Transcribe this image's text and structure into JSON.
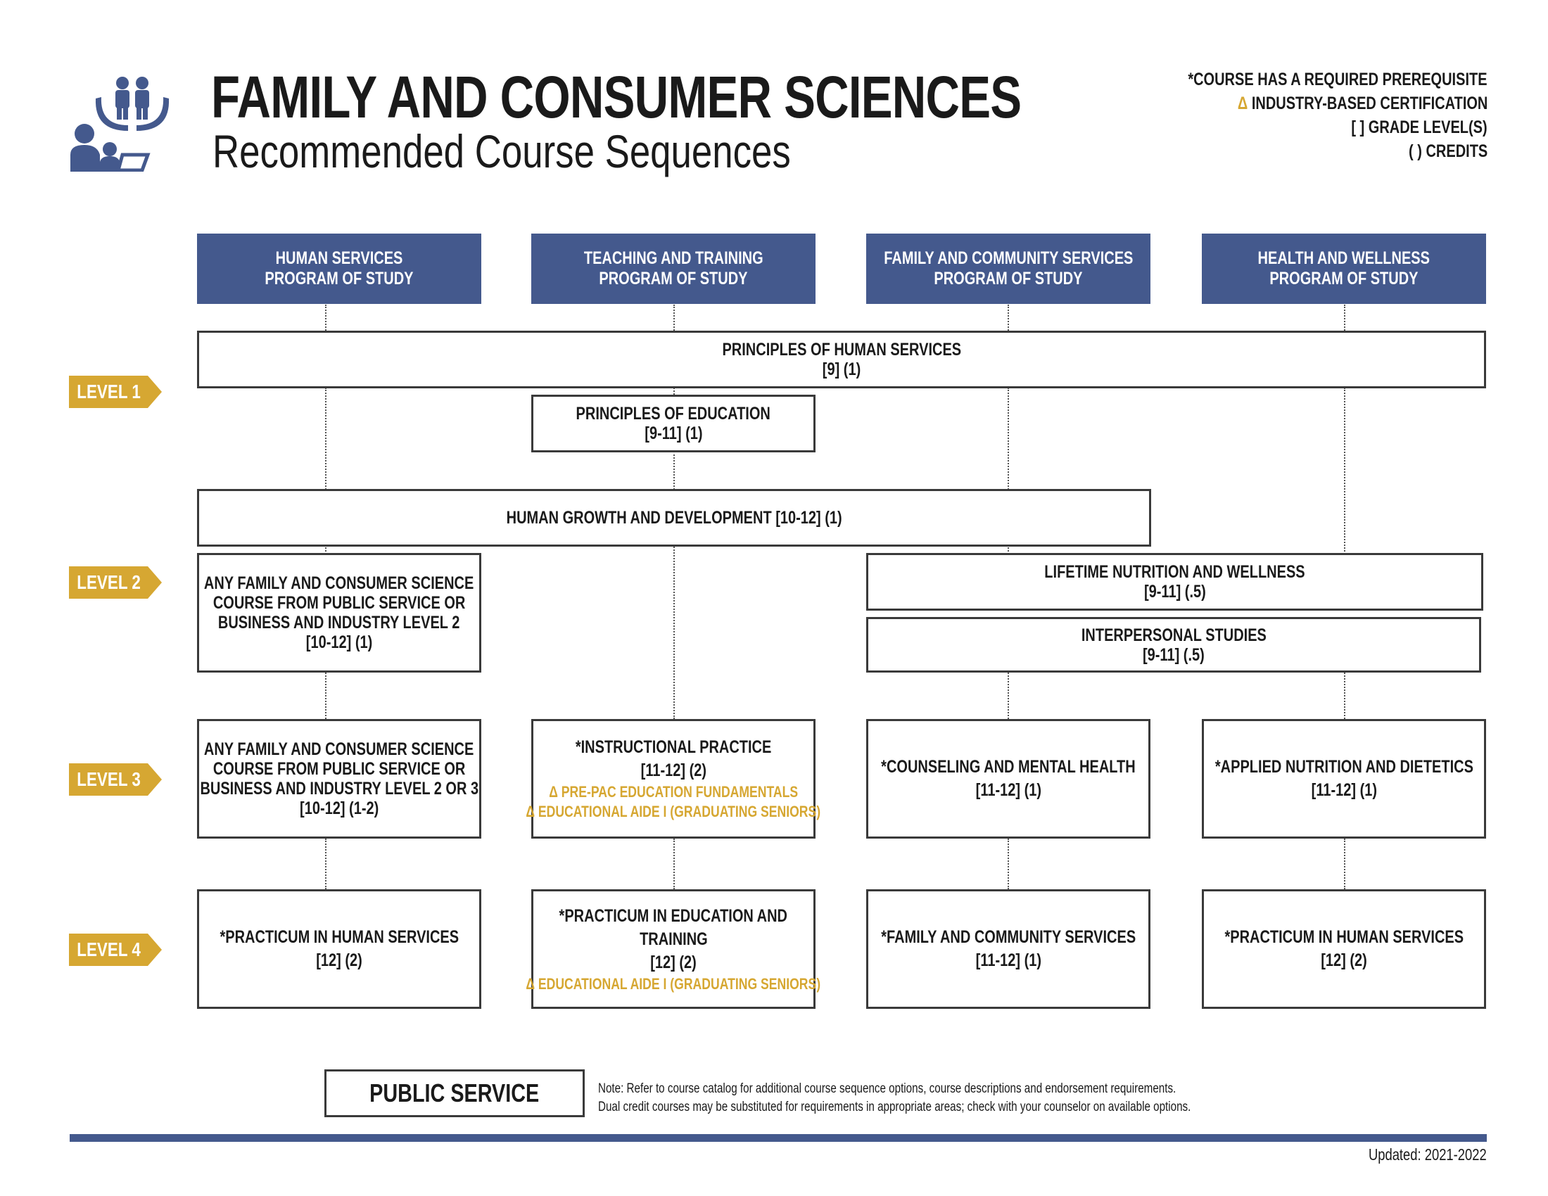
{
  "header": {
    "title": "FAMILY AND CONSUMER SCIENCES",
    "subtitle": "Recommended Course Sequences",
    "logo_icon": "family-services-icon"
  },
  "legend": {
    "prerequisite": "*COURSE HAS A REQUIRED PREREQUISITE",
    "certification_symbol": "Δ",
    "certification": "INDUSTRY-BASED CERTIFICATION",
    "grade_levels": "[ ] GRADE LEVEL(S)",
    "credits": "( ) CREDITS"
  },
  "programs": [
    {
      "line1": "HUMAN SERVICES",
      "line2": "PROGRAM OF STUDY"
    },
    {
      "line1": "TEACHING AND TRAINING",
      "line2": "PROGRAM OF STUDY"
    },
    {
      "line1": "FAMILY AND COMMUNITY SERVICES",
      "line2": "PROGRAM OF STUDY"
    },
    {
      "line1": "HEALTH AND WELLNESS",
      "line2": "PROGRAM OF STUDY"
    }
  ],
  "levels": [
    "LEVEL 1",
    "LEVEL 2",
    "LEVEL 3",
    "LEVEL 4"
  ],
  "courses": {
    "principles_human_services": {
      "name": "PRINCIPLES OF HUMAN SERVICES",
      "detail": "[9] (1)"
    },
    "principles_education": {
      "name": "PRINCIPLES OF EDUCATION",
      "detail": "[9-11] (1)"
    },
    "human_growth": {
      "name": "HUMAN GROWTH AND DEVELOPMENT [10-12] (1)"
    },
    "any_fcs_level2": {
      "line1": "ANY FAMILY AND CONSUMER SCIENCE",
      "line2": "COURSE FROM PUBLIC SERVICE OR",
      "line3": "BUSINESS AND INDUSTRY LEVEL 2",
      "detail": "[10-12] (1)"
    },
    "lifetime_nutrition": {
      "name": "LIFETIME NUTRITION AND WELLNESS",
      "detail": "[9-11] (.5)"
    },
    "interpersonal": {
      "name": "INTERPERSONAL STUDIES",
      "detail": "[9-11] (.5)"
    },
    "any_fcs_level3": {
      "line1": "ANY FAMILY AND CONSUMER SCIENCE",
      "line2": "COURSE FROM PUBLIC SERVICE OR",
      "line3": "BUSINESS AND INDUSTRY LEVEL 2 OR 3",
      "detail": "[10-12] (1-2)"
    },
    "instructional_practice": {
      "name": "*INSTRUCTIONAL PRACTICE",
      "detail": "[11-12] (2)",
      "cert1": "Δ PRE-PAC EDUCATION FUNDAMENTALS",
      "cert2": "Δ EDUCATIONAL AIDE I (GRADUATING SENIORS)"
    },
    "counseling": {
      "name": "*COUNSELING AND MENTAL HEALTH",
      "detail": "[11-12] (1)"
    },
    "applied_nutrition": {
      "name": "*APPLIED NUTRITION AND DIETETICS",
      "detail": "[11-12] (1)"
    },
    "practicum_hs_1": {
      "name": "*PRACTICUM IN HUMAN SERVICES",
      "detail": "[12] (2)"
    },
    "practicum_education": {
      "line1": "*PRACTICUM IN EDUCATION AND",
      "line2": "TRAINING",
      "detail": "[12] (2)",
      "cert1": "Δ EDUCATIONAL AIDE I (GRADUATING SENIORS)"
    },
    "family_community": {
      "name": "*FAMILY AND COMMUNITY SERVICES",
      "detail": "[11-12] (1)"
    },
    "practicum_hs_2": {
      "name": "*PRACTICUM IN HUMAN SERVICES",
      "detail": "[12] (2)"
    }
  },
  "footer": {
    "cluster": "PUBLIC SERVICE",
    "note_line1": "Note: Refer to course catalog for additional course sequence options, course descriptions and endorsement requirements.",
    "note_line2": "Dual credit courses may be substituted for requirements in appropriate areas; check with your counselor on available options.",
    "updated": "Updated: 2021-2022"
  },
  "colors": {
    "navy": "#44598d",
    "gold": "#d6a732",
    "border": "#3a3a3a"
  }
}
